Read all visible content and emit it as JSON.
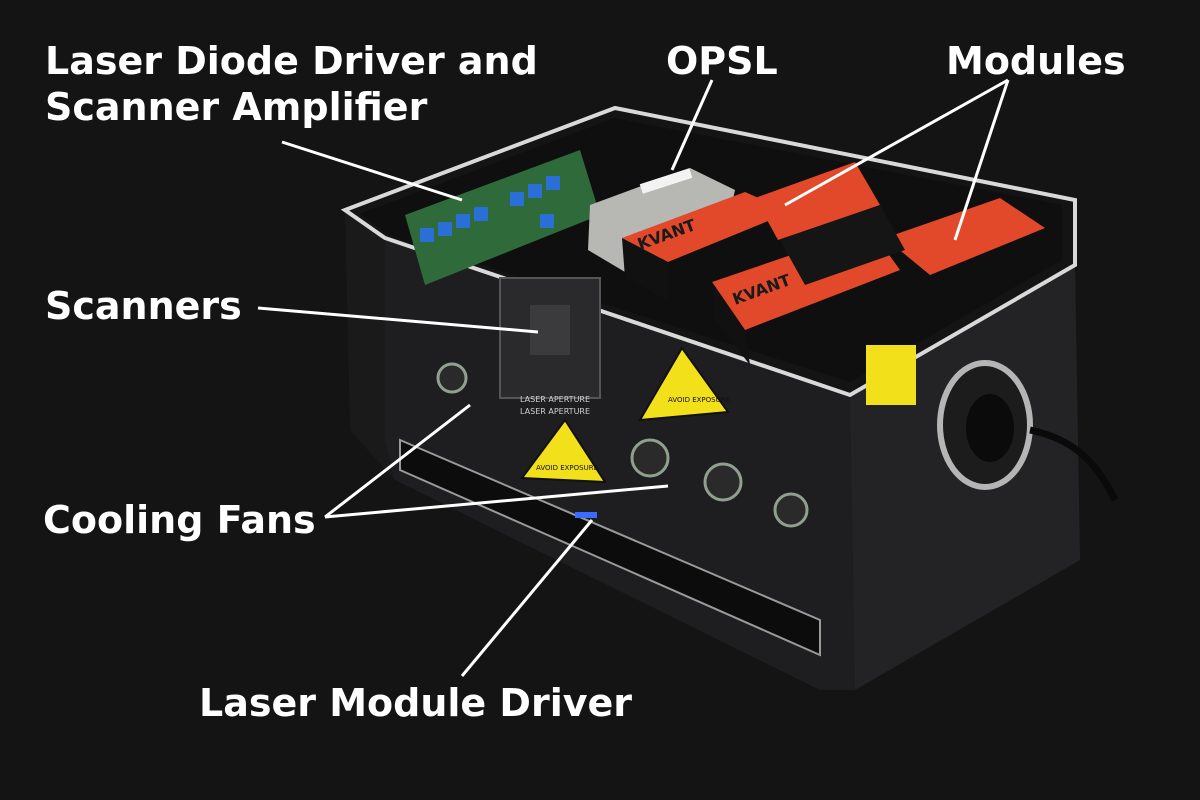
{
  "labels": {
    "diode_driver": "Laser Diode Driver and Scanner Amplifier",
    "opsl": "OPSL",
    "modules": "Modules",
    "scanners": "Scanners",
    "cooling_fans": "Cooling Fans",
    "module_driver": "Laser Module Driver"
  },
  "device_markings": {
    "brand_1": "KVANT",
    "brand_2": "KVANT",
    "warning_1": "AVOID EXPOSURE",
    "warning_2": "AVOID EXPOSURE",
    "aperture_1": "LASER APERTURE",
    "aperture_2": "LASER APERTURE"
  },
  "colors": {
    "background": "#141414",
    "label_text": "#ffffff",
    "module_orange": "#e2492a",
    "warning_yellow": "#f1e01a",
    "pcb_green": "#2f6a3a"
  }
}
